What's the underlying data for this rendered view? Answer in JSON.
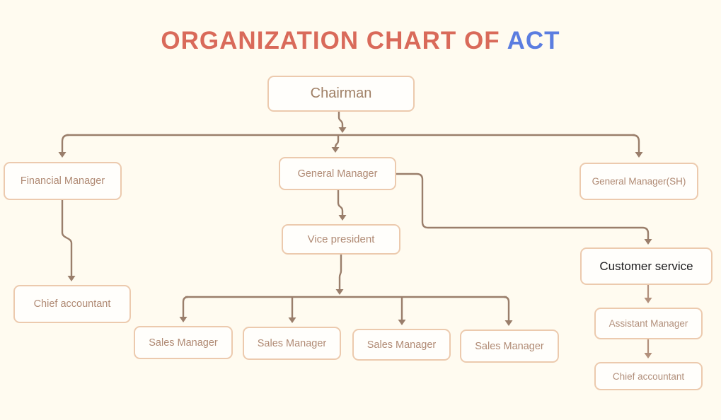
{
  "title": {
    "main": "ORGANIZATION CHART OF",
    "highlight": "ACT"
  },
  "theme": {
    "bg": "#fffbf0",
    "box-bg": "#fffefb",
    "box-border": "#eccaae",
    "line-dark": "#9a7e6b",
    "line-light": "#b2907c",
    "text-node": "#b08a74",
    "text-chairman": "#a08066",
    "text-dark": "#1d1d1f",
    "accent-coral": "#d96a5a",
    "accent-blue": "#5b7de0"
  },
  "nodes": {
    "chairman": "Chairman",
    "financial_manager": "Financial Manager",
    "general_manager": "General Manager",
    "general_manager_sh": "General Manager(SH)",
    "vice_president": "Vice president",
    "chief_accountant_left": "Chief accountant",
    "sales_managers": [
      "Sales Manager",
      "Sales Manager",
      "Sales Manager",
      "Sales Manager"
    ],
    "customer_service": "Customer service",
    "assistant_manager": "Assistant Manager",
    "chief_accountant_right": "Chief accountant"
  },
  "hierarchy_note": {
    "root": "Chairman",
    "level2": [
      "Financial Manager",
      "General Manager",
      "General Manager(SH)"
    ],
    "financial_manager_reports": [
      "Chief accountant"
    ],
    "general_manager_reports": [
      "Vice president",
      "Customer service"
    ],
    "vice_president_reports": [
      "Sales Manager",
      "Sales Manager",
      "Sales Manager",
      "Sales Manager"
    ],
    "customer_service_reports": [
      "Assistant Manager"
    ],
    "assistant_manager_reports": [
      "Chief accountant"
    ]
  }
}
